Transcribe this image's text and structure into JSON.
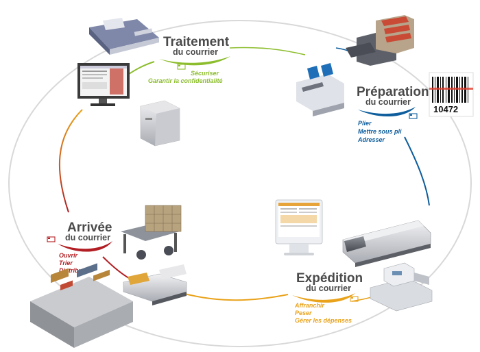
{
  "stages": {
    "traitement": {
      "title_main": "Traitement",
      "title_sub": "du courrier",
      "color": "#8cbd2c",
      "steps": [
        "Sécuriser",
        "Garantir la confidentialité"
      ]
    },
    "preparation": {
      "title_main": "Préparation",
      "title_sub": "du courrier",
      "color": "#0e5d9c",
      "steps": [
        "Plier",
        "Mettre sous pli",
        "Adresser"
      ]
    },
    "expedition": {
      "title_main": "Expédition",
      "title_sub": "du courrier",
      "color": "#e9a21a",
      "steps": [
        "Affranchir",
        "Peser",
        "Gérer les dépenses"
      ]
    },
    "arrivee": {
      "title_main": "Arrivée",
      "title_sub": "du courrier",
      "color": "#b21e23",
      "steps": [
        "Ouvrir",
        "Trier",
        "Distribuer"
      ]
    }
  },
  "barcode": {
    "digits": "10472"
  },
  "colors": {
    "ring": "#d8d8d8",
    "title": "#4a4a4a"
  }
}
